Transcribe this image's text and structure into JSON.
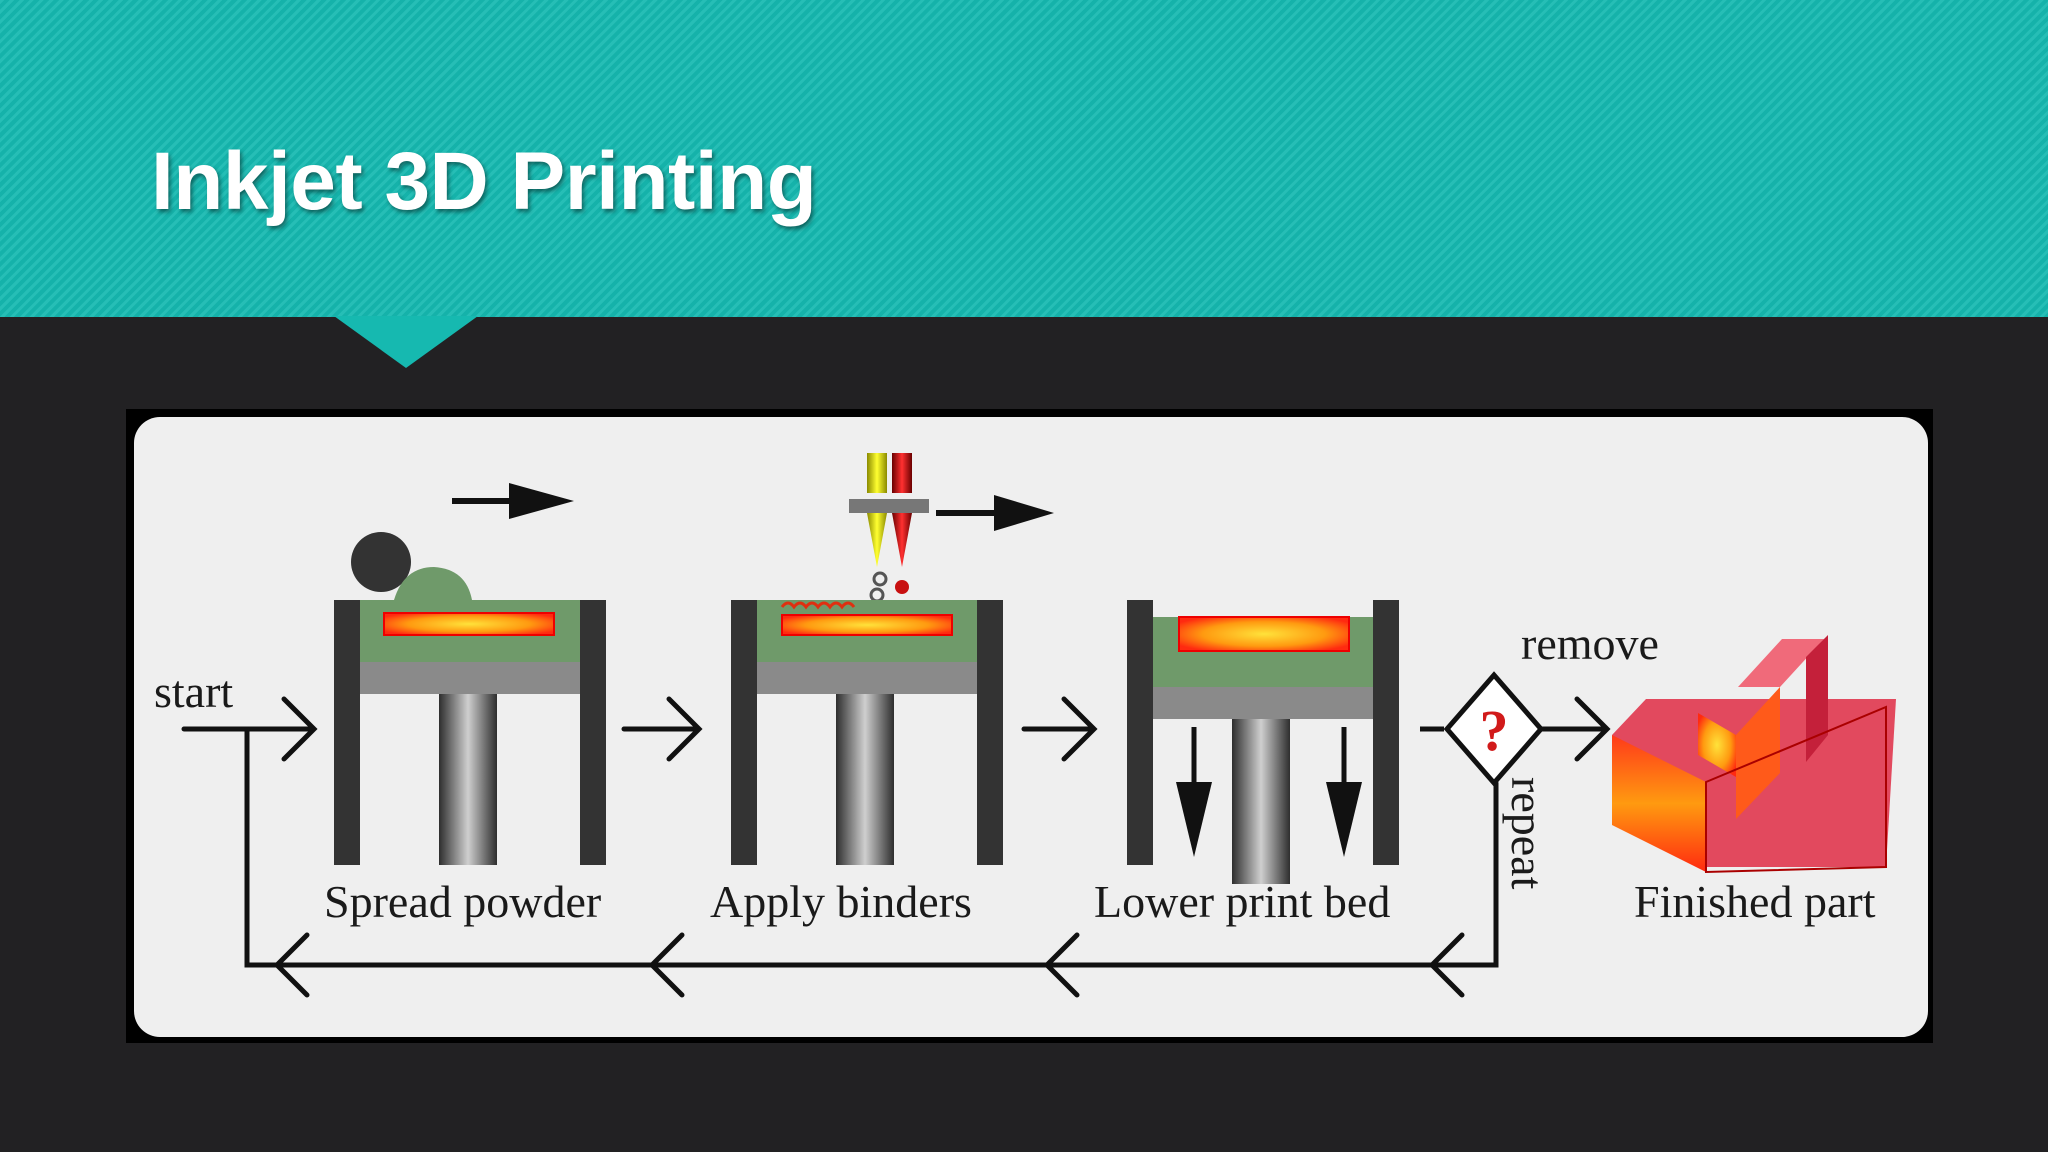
{
  "slide": {
    "title": "Inkjet 3D Printing"
  },
  "diagram": {
    "start_label": "start",
    "steps": [
      {
        "label": "Spread powder"
      },
      {
        "label": "Apply binders"
      },
      {
        "label": "Lower print bed"
      }
    ],
    "decision_symbol": "?",
    "remove_label": "remove",
    "repeat_label": "repeat",
    "result_label": "Finished part"
  }
}
